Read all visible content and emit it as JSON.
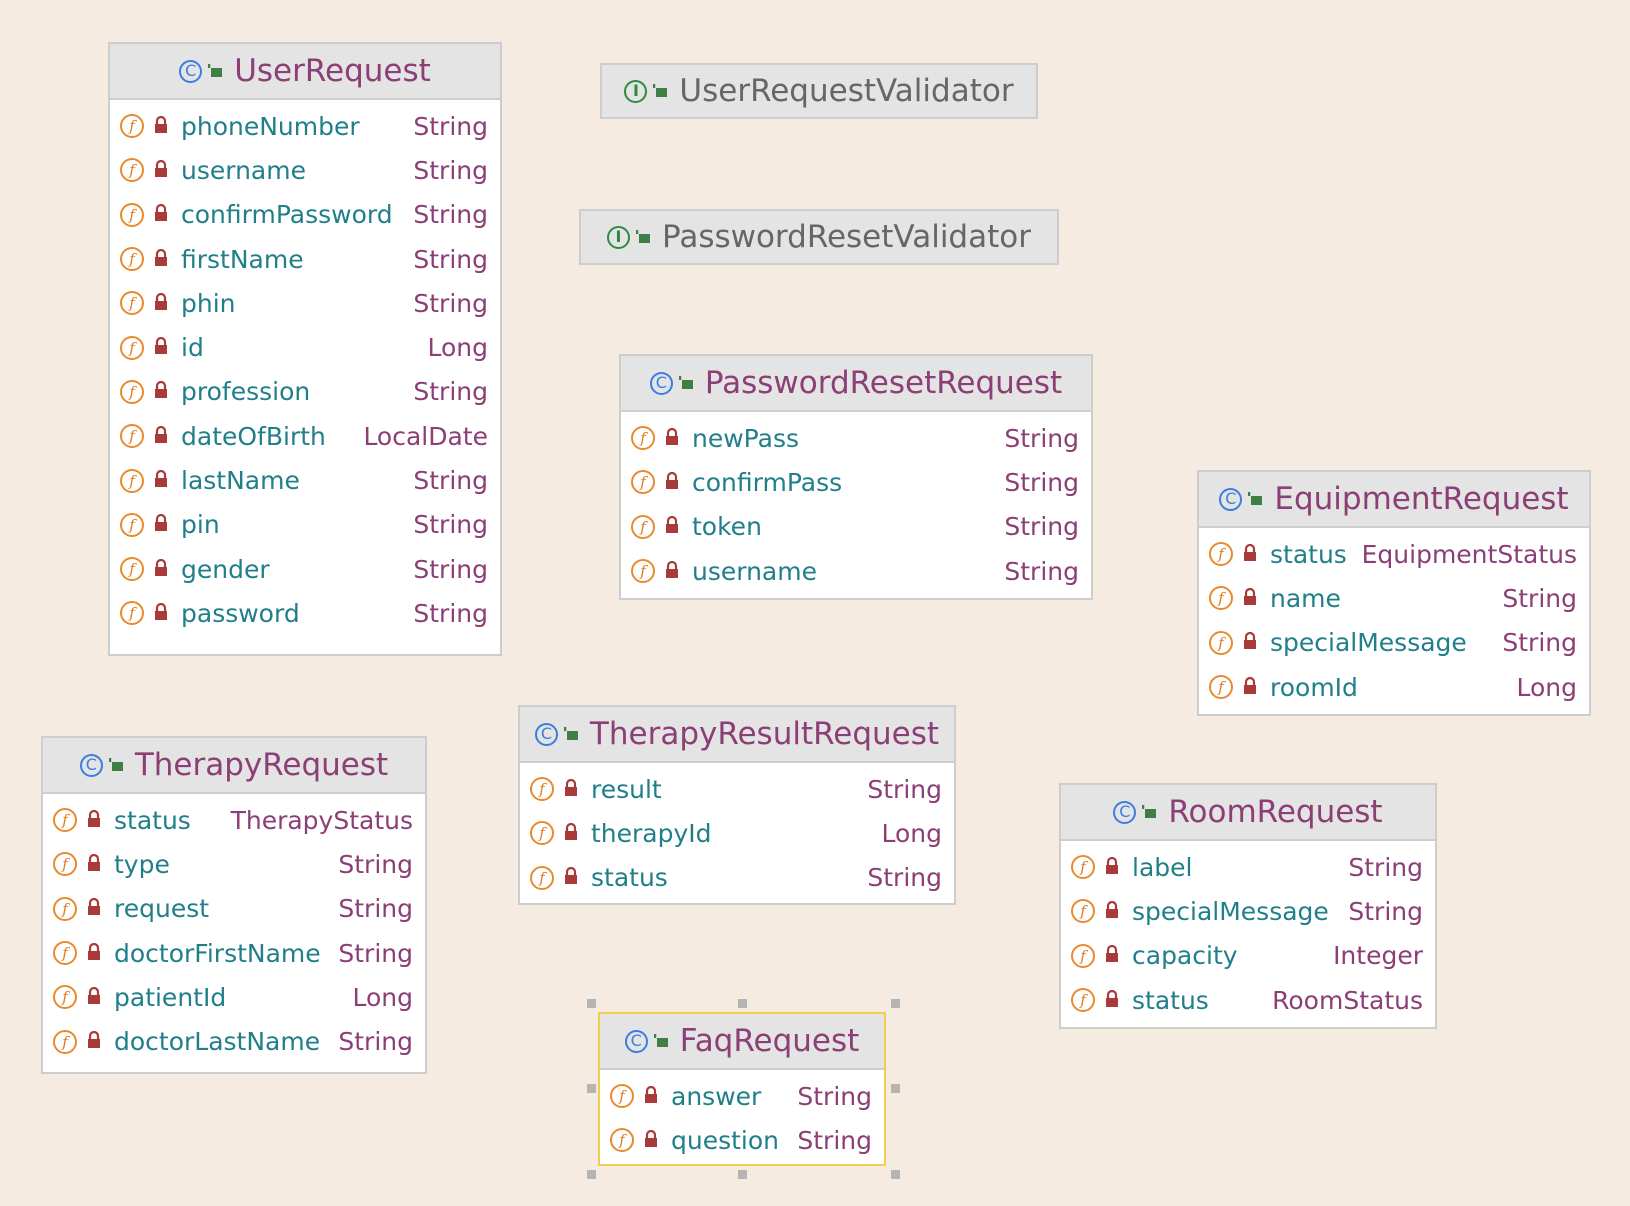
{
  "classes": [
    {
      "name": "UserRequest",
      "kind": "class",
      "fields": [
        {
          "name": "phoneNumber",
          "type": "String"
        },
        {
          "name": "username",
          "type": "String"
        },
        {
          "name": "confirmPassword",
          "type": "String"
        },
        {
          "name": "firstName",
          "type": "String"
        },
        {
          "name": "phin",
          "type": "String"
        },
        {
          "name": "id",
          "type": "Long"
        },
        {
          "name": "profession",
          "type": "String"
        },
        {
          "name": "dateOfBirth",
          "type": "LocalDate"
        },
        {
          "name": "lastName",
          "type": "String"
        },
        {
          "name": "pin",
          "type": "String"
        },
        {
          "name": "gender",
          "type": "String"
        },
        {
          "name": "password",
          "type": "String"
        }
      ]
    },
    {
      "name": "UserRequestValidator",
      "kind": "interface",
      "fields": []
    },
    {
      "name": "PasswordResetValidator",
      "kind": "interface",
      "fields": []
    },
    {
      "name": "PasswordResetRequest",
      "kind": "class",
      "fields": [
        {
          "name": "newPass",
          "type": "String"
        },
        {
          "name": "confirmPass",
          "type": "String"
        },
        {
          "name": "token",
          "type": "String"
        },
        {
          "name": "username",
          "type": "String"
        }
      ]
    },
    {
      "name": "EquipmentRequest",
      "kind": "class",
      "fields": [
        {
          "name": "status",
          "type": "EquipmentStatus"
        },
        {
          "name": "name",
          "type": "String"
        },
        {
          "name": "specialMessage",
          "type": "String"
        },
        {
          "name": "roomId",
          "type": "Long"
        }
      ]
    },
    {
      "name": "TherapyRequest",
      "kind": "class",
      "fields": [
        {
          "name": "status",
          "type": "TherapyStatus"
        },
        {
          "name": "type",
          "type": "String"
        },
        {
          "name": "request",
          "type": "String"
        },
        {
          "name": "doctorFirstName",
          "type": "String"
        },
        {
          "name": "patientId",
          "type": "Long"
        },
        {
          "name": "doctorLastName",
          "type": "String"
        }
      ]
    },
    {
      "name": "TherapyResultRequest",
      "kind": "class",
      "fields": [
        {
          "name": "result",
          "type": "String"
        },
        {
          "name": "therapyId",
          "type": "Long"
        },
        {
          "name": "status",
          "type": "String"
        }
      ]
    },
    {
      "name": "RoomRequest",
      "kind": "class",
      "fields": [
        {
          "name": "label",
          "type": "String"
        },
        {
          "name": "specialMessage",
          "type": "String"
        },
        {
          "name": "capacity",
          "type": "Integer"
        },
        {
          "name": "status",
          "type": "RoomStatus"
        }
      ]
    },
    {
      "name": "FaqRequest",
      "kind": "class",
      "selected": true,
      "fields": [
        {
          "name": "answer",
          "type": "String"
        },
        {
          "name": "question",
          "type": "String"
        }
      ]
    }
  ],
  "icons": {
    "class": "class-icon",
    "interface": "interface-icon",
    "field": "field-icon",
    "visibility_public": "public-access-icon",
    "visibility_private": "private-lock-icon"
  },
  "colors": {
    "background": "#f5ebe0",
    "class_name": "#8b3f76",
    "interface_name": "#666666",
    "field_name": "#217f8a",
    "field_type": "#8b3f76",
    "selection": "#f3cd4f"
  }
}
